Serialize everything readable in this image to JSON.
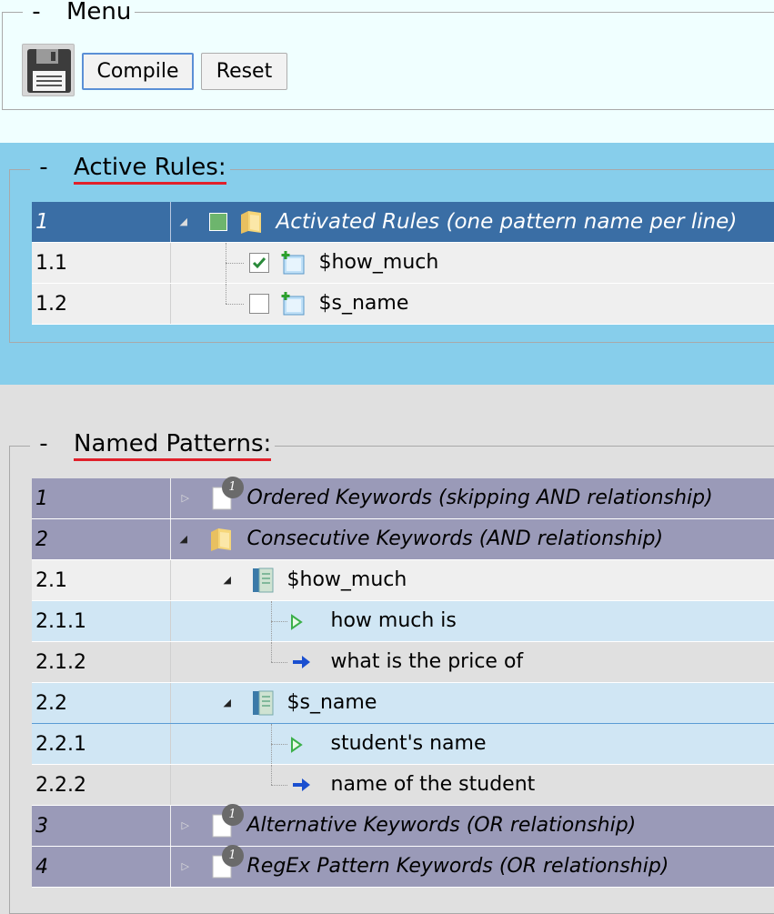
{
  "menu": {
    "toggle": "-",
    "title": "Menu",
    "save_icon": "floppy-disk-icon",
    "compile_label": "Compile",
    "reset_label": "Reset"
  },
  "active_rules": {
    "toggle": "-",
    "title": "Active Rules:",
    "header": {
      "index": "1",
      "label": "Activated Rules (one pattern name per line)"
    },
    "rows": [
      {
        "index": "1.1",
        "label": "$how_much",
        "checked": true
      },
      {
        "index": "1.2",
        "label": "$s_name",
        "checked": false
      }
    ]
  },
  "named_patterns": {
    "toggle": "-",
    "title": "Named Patterns:",
    "rows": [
      {
        "index": "1",
        "label": "Ordered Keywords (skipping AND relationship)",
        "badge": "1",
        "level": 0,
        "kind": "category-collapsed"
      },
      {
        "index": "2",
        "label": "Consecutive Keywords (AND relationship)",
        "level": 0,
        "kind": "category-expanded"
      },
      {
        "index": "2.1",
        "label": "$how_much",
        "level": 1,
        "kind": "pattern"
      },
      {
        "index": "2.1.1",
        "label": "how much is",
        "level": 2,
        "kind": "keyword-play"
      },
      {
        "index": "2.1.2",
        "label": "what is the price of",
        "level": 2,
        "kind": "keyword-arrow"
      },
      {
        "index": "2.2",
        "label": "$s_name",
        "level": 1,
        "kind": "pattern"
      },
      {
        "index": "2.2.1",
        "label": "student's name",
        "level": 2,
        "kind": "keyword-play"
      },
      {
        "index": "2.2.2",
        "label": "name of the student",
        "level": 2,
        "kind": "keyword-arrow"
      },
      {
        "index": "3",
        "label": "Alternative Keywords (OR relationship)",
        "badge": "1",
        "level": 0,
        "kind": "category-collapsed"
      },
      {
        "index": "4",
        "label": "RegEx Pattern Keywords (OR relationship)",
        "badge": "1",
        "level": 0,
        "kind": "category-collapsed"
      }
    ]
  },
  "colors": {
    "menu_bg": "#f0ffff",
    "rules_bg": "#87ceeb",
    "patterns_bg": "#e0e0e0",
    "rules_header": "#3a6ea5",
    "category_row": "#9a9ab8",
    "underline": "#e0202a"
  }
}
